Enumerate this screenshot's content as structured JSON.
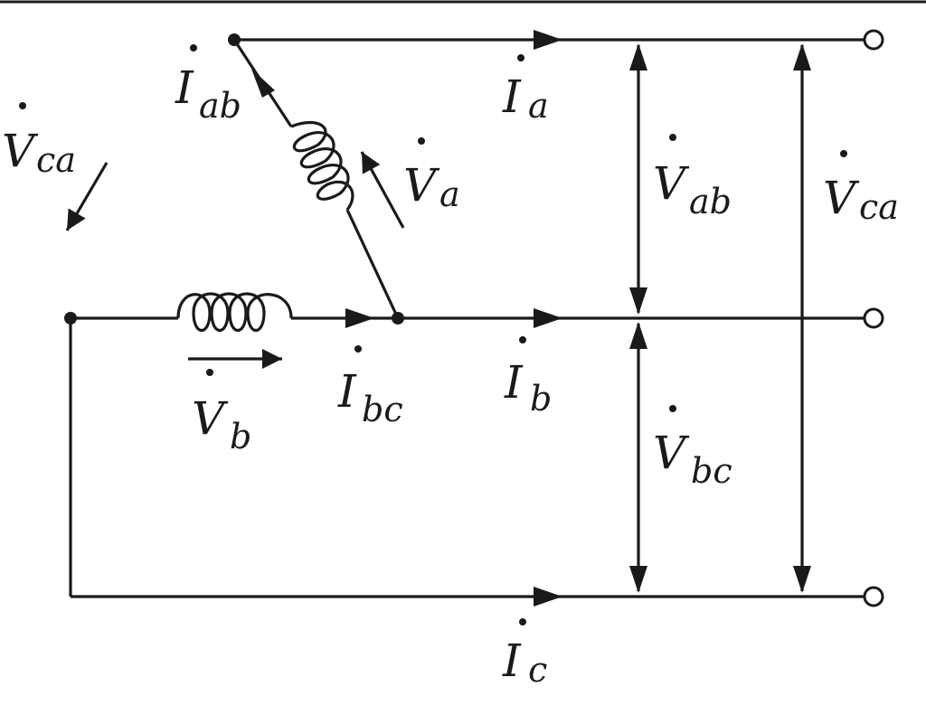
{
  "labels": {
    "I_ab": {
      "main": "I",
      "sub": "ab"
    },
    "I_a": {
      "main": "I",
      "sub": "a"
    },
    "I_b": {
      "main": "I",
      "sub": "b"
    },
    "I_bc": {
      "main": "I",
      "sub": "bc"
    },
    "I_c": {
      "main": "I",
      "sub": "c"
    },
    "V_ca_left": {
      "main": "V",
      "sub": "ca"
    },
    "V_a": {
      "main": "V",
      "sub": "a"
    },
    "V_b": {
      "main": "V",
      "sub": "b"
    },
    "V_ab": {
      "main": "V",
      "sub": "ab"
    },
    "V_bc": {
      "main": "V",
      "sub": "bc"
    },
    "V_ca_right": {
      "main": "V",
      "sub": "ca"
    }
  },
  "colors": {
    "ink": "#1a1a1a",
    "background": "#ffffff"
  }
}
